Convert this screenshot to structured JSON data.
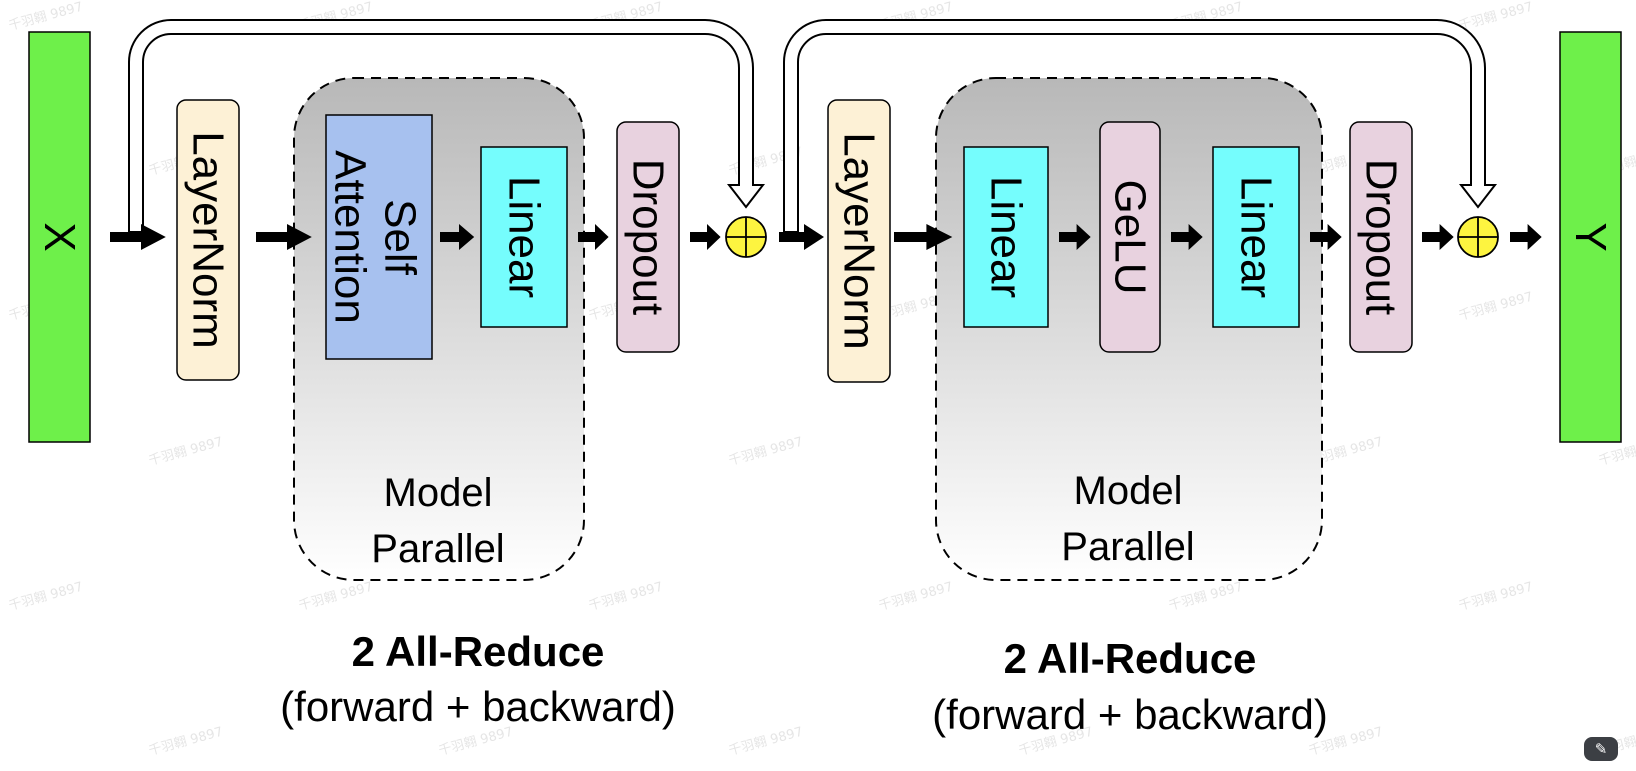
{
  "labels": {
    "x": "X",
    "y": "Y",
    "layernorm1": "LayerNorm",
    "self_attention_line1": "Self",
    "self_attention_line2": "Attention",
    "linear1": "Linear",
    "dropout1": "Dropout",
    "layernorm2": "LayerNorm",
    "linear2": "Linear",
    "gelu": "GeLU",
    "linear3": "Linear",
    "dropout2": "Dropout"
  },
  "groups": {
    "left": {
      "line1": "Model",
      "line2": "Parallel"
    },
    "right": {
      "line1": "Model",
      "line2": "Parallel"
    }
  },
  "captions": {
    "left": {
      "title": "2 All-Reduce",
      "subtitle": "(forward + backward)"
    },
    "right": {
      "title": "2 All-Reduce",
      "subtitle": "(forward + backward)"
    }
  },
  "watermark": "千羽翱 9897",
  "corner_button_icon": "magic-wand-icon",
  "colors": {
    "io": "#6ef04a",
    "layernorm": "#fdf1d6",
    "self_attention": "#a7c1ef",
    "linear": "#75fdfd",
    "dropout": "#e8d2df",
    "gelu": "#e8d2df",
    "add": "#fdf440"
  }
}
